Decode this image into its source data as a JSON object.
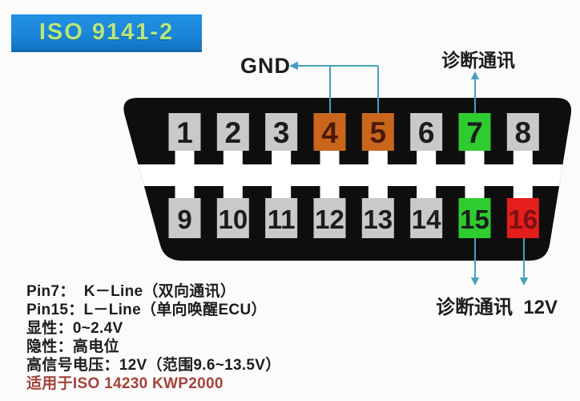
{
  "palette": {
    "bg": "#fbfbfb",
    "banner-bg": "#1b86da",
    "banner-text": "#b9e57f",
    "arrow": "#4a9fbe",
    "connector-black": "#0e0e0e",
    "text-dark": "#1d1d1d",
    "note-red": "#a4433c",
    "pin-gray": "#c9c9c9",
    "pin-orange": "#c9661c",
    "pin-green": "#2fcc2f",
    "pin-red": "#e41d1d"
  },
  "banner": {
    "title": "ISO 9141-2"
  },
  "callouts": {
    "gnd": "GND",
    "pin7": "诊断通讯",
    "pin15_16": "诊断通讯  12V"
  },
  "connector": {
    "top_pins": [
      {
        "label": "1",
        "color": "pin-gray"
      },
      {
        "label": "2",
        "color": "pin-gray"
      },
      {
        "label": "3",
        "color": "pin-gray"
      },
      {
        "label": "4",
        "color": "pin-orange",
        "num": "#4d1a0a"
      },
      {
        "label": "5",
        "color": "pin-orange",
        "num": "#4d1a0a"
      },
      {
        "label": "6",
        "color": "pin-gray"
      },
      {
        "label": "7",
        "color": "pin-green"
      },
      {
        "label": "8",
        "color": "pin-gray"
      }
    ],
    "bottom_pins": [
      {
        "label": "9",
        "color": "pin-gray"
      },
      {
        "label": "10",
        "color": "pin-gray"
      },
      {
        "label": "11",
        "color": "pin-gray"
      },
      {
        "label": "12",
        "color": "pin-gray"
      },
      {
        "label": "13",
        "color": "pin-gray"
      },
      {
        "label": "14",
        "color": "pin-gray"
      },
      {
        "label": "15",
        "color": "pin-green"
      },
      {
        "label": "16",
        "color": "pin-red",
        "num": "#7a1212"
      }
    ]
  },
  "notes": {
    "lines": [
      "Pin7：  K－Line（双向通讯）",
      "Pin15：L－Line（单向唤醒ECU）",
      "显性：0~2.4V",
      "隐性：高电位",
      "高信号电压：12V（范围9.6~13.5V）",
      "适用于ISO 14230 KWP2000"
    ]
  }
}
